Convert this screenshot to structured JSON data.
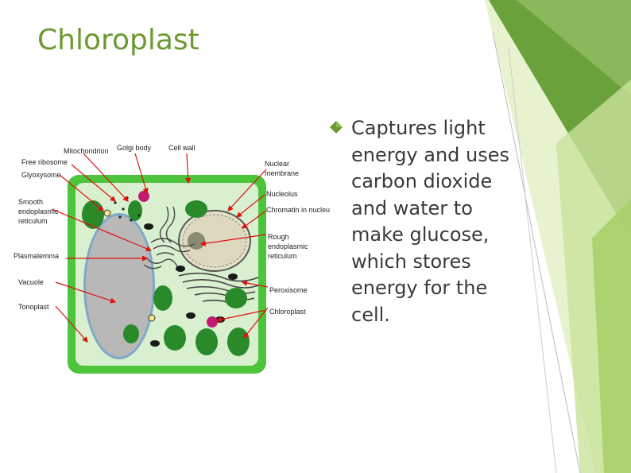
{
  "slide": {
    "title": "Chloroplast",
    "bullet": "Captures light energy and uses carbon dioxide and water to make glucose, which stores energy for the cell."
  },
  "diagram": {
    "labels": {
      "mitochondrion": "Mitochondrion",
      "golgi_body": "Golgi body",
      "cell_wall": "Cell wall",
      "free_ribosome": "Free ribosome",
      "glyoxysome": "Glyoxysome",
      "smooth_er_1": "Smooth",
      "smooth_er_2": "endoplasmic",
      "smooth_er_3": "reticulum",
      "plasmalemma": "Plasmalemma",
      "vacuole": "Vacuole",
      "tonoplast": "Tonoplast",
      "nuclear_membrane_1": "Nuclear",
      "nuclear_membrane_2": "membrane",
      "nucleolus": "Nucleolus",
      "chromatin": "Chromatin in nucleus",
      "rough_er_1": "Rough",
      "rough_er_2": "endoplasmic",
      "rough_er_3": "reticulum",
      "peroxisome": "Peroxisome",
      "chloroplast": "Chloroplast"
    }
  },
  "colors": {
    "title": "#6c9a2f",
    "accent_green": "#76b531",
    "light_green": "#c7e29a",
    "cell_wall": "#4cc43c",
    "cytoplasm": "#d8f0cf",
    "vacuole": "#b8b8b8",
    "arrow": "#e01010",
    "chloroplast": "#2a8a2a"
  },
  "icons": {
    "bullet": "green-diamond-bullet-icon"
  }
}
